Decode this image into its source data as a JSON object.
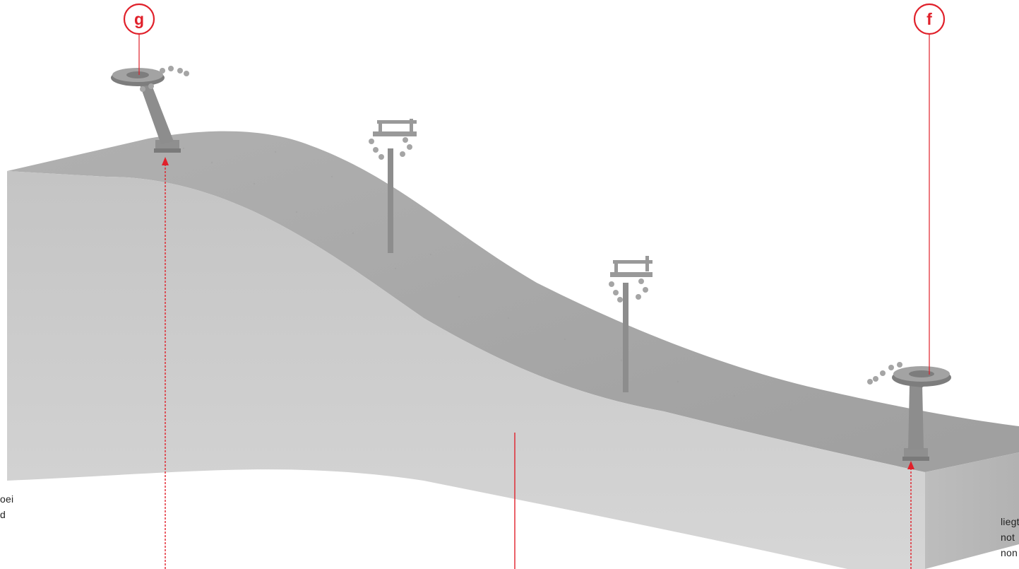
{
  "callouts": [
    {
      "letter": "g"
    },
    {
      "letter": "f"
    }
  ],
  "left_text": [
    "oei",
    "d"
  ],
  "right_text": [
    "liegt",
    "not",
    "non"
  ],
  "colors": {
    "accent": "#e0202a",
    "terrain_side": "#c9c9c9",
    "terrain_top": "#a9a9a9",
    "pylon": "#8d8d8d"
  }
}
